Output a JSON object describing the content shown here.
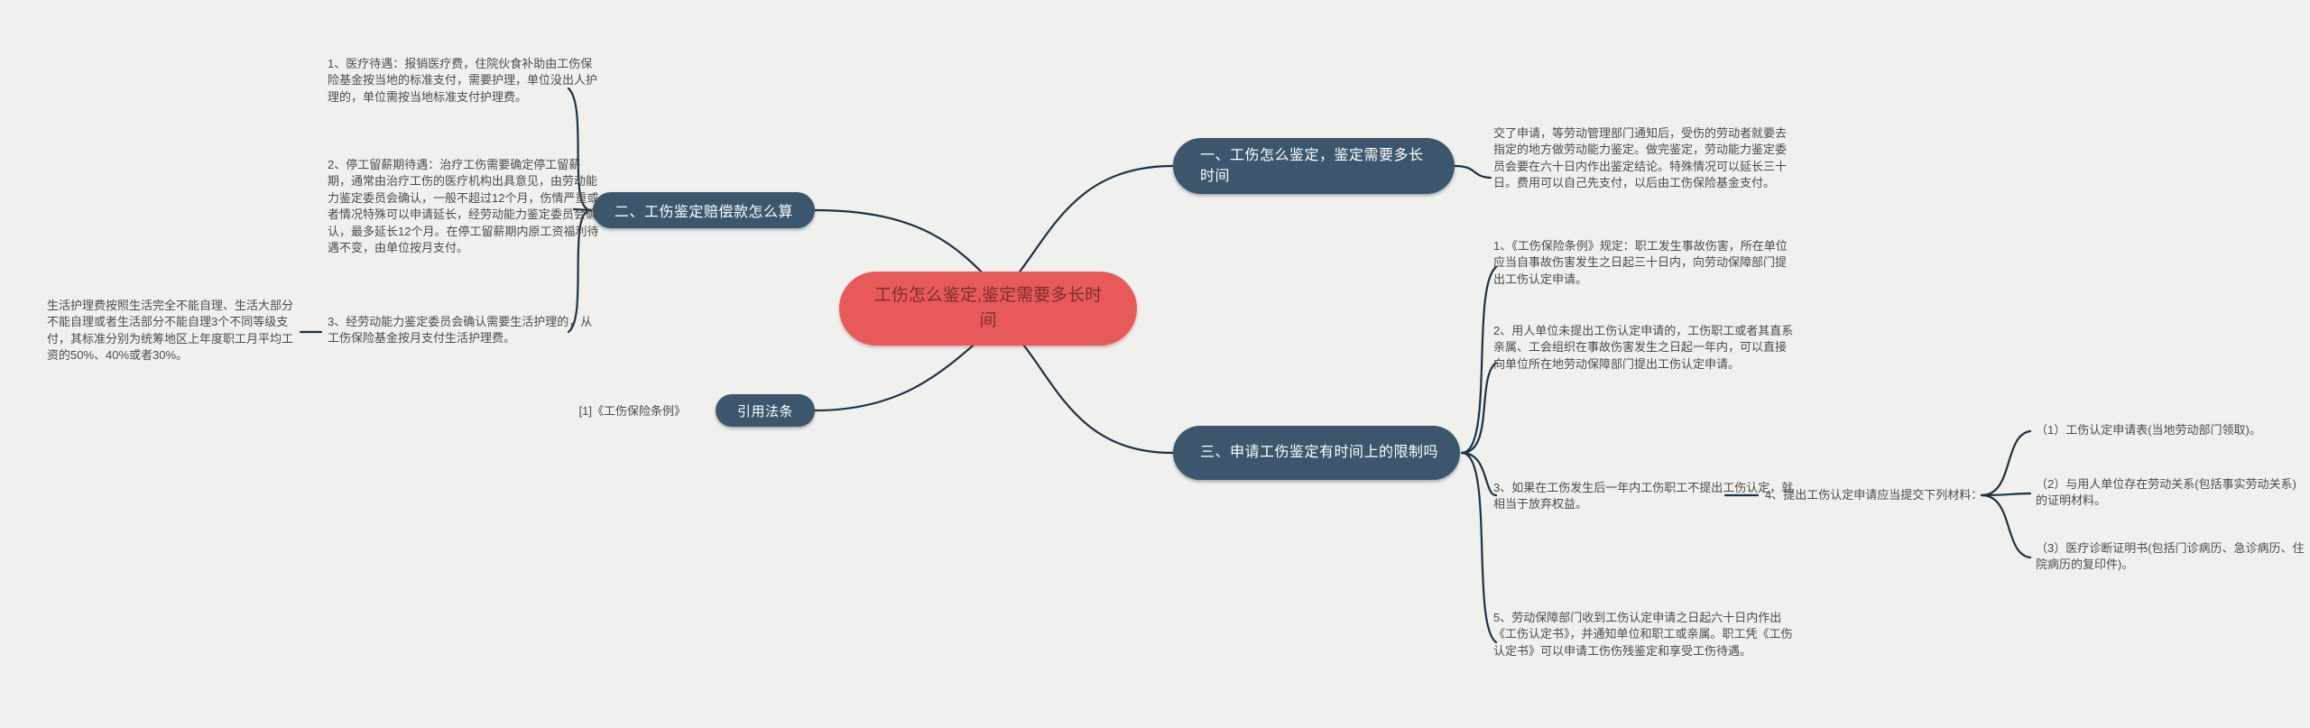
{
  "center": {
    "label": "工伤怎么鉴定,鉴定需要多长时间"
  },
  "branches": {
    "compensation": {
      "label": "二、工伤鉴定赔偿款怎么算",
      "items": [
        "1、医疗待遇：报销医疗费，住院伙食补助由工伤保险基金按当地的标准支付，需要护理，单位没出人护理的，单位需按当地标准支付护理费。",
        "2、停工留薪期待遇：治疗工伤需要确定停工留薪期，通常由治疗工伤的医疗机构出具意见，由劳动能力鉴定委员会确认，一般不超过12个月，伤情严重或者情况特殊可以申请延长，经劳动能力鉴定委员会确认，最多延长12个月。在停工留薪期内原工资福利待遇不变，由单位按月支付。",
        "3、经劳动能力鉴定委员会确认需要生活护理的，从工伤保险基金按月支付生活护理费。"
      ],
      "care_fee_detail": "生活护理费按照生活完全不能自理、生活大部分不能自理或者生活部分不能自理3个不同等级支付，其标准分别为统筹地区上年度职工月平均工资的50%、40%或者30%。"
    },
    "citation": {
      "label": "引用法条",
      "ref": "[1]《工伤保险条例》"
    },
    "how": {
      "label": "一、工伤怎么鉴定，鉴定需要多长时间",
      "item": "交了申请，等劳动管理部门通知后，受伤的劳动者就要去指定的地方做劳动能力鉴定。做完鉴定，劳动能力鉴定委员会要在六十日内作出鉴定结论。特殊情况可以延长三十日。费用可以自己先支付，以后由工伤保险基金支付。"
    },
    "limit": {
      "label": "三、申请工伤鉴定有时间上的限制吗",
      "items": [
        "1、《工伤保险条例》规定：职工发生事故伤害，所在单位应当自事故伤害发生之日起三十日内，向劳动保障部门提出工伤认定申请。",
        "2、用人单位未提出工伤认定申请的，工伤职工或者其直系亲属、工会组织在事故伤害发生之日起一年内，可以直接向单位所在地劳动保障部门提出工伤认定申请。",
        "3、如果在工伤发生后一年内工伤职工不提出工伤认定，就相当于放弃权益。",
        "5、劳动保障部门收到工伤认定申请之日起六十日内作出《工伤认定书》，并通知单位和职工或亲属。职工凭《工伤认定书》可以申请工伤伤残鉴定和享受工伤待遇。"
      ],
      "materials": {
        "label": "4、提出工伤认定申请应当提交下列材料：",
        "items": [
          "（1）工伤认定申请表(当地劳动部门领取)。",
          "（2）与用人单位存在劳动关系(包括事实劳动关系)的证明材料。",
          "（3）医疗诊断证明书(包括门诊病历、急诊病历、住院病历的复印件)。"
        ]
      }
    }
  },
  "colors": {
    "background": "#f0f0ee",
    "root_fill": "#e85a5a",
    "root_text": "#7c2d2d",
    "node_fill": "#3b566d",
    "node_text": "#ffffff",
    "connector": "#1c3246",
    "body_text": "#4b4b4b"
  }
}
